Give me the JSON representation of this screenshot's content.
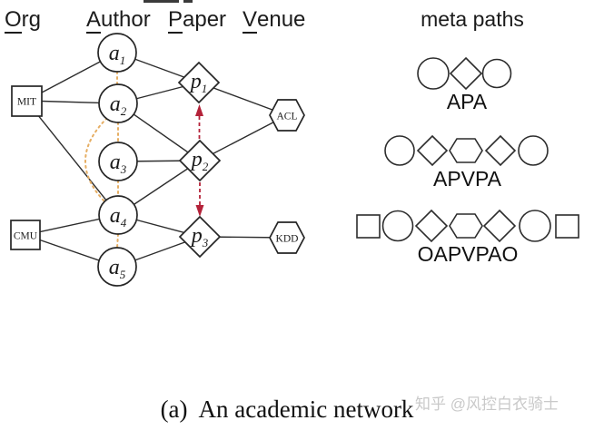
{
  "header": {
    "columns": [
      {
        "first": "O",
        "rest": "rg"
      },
      {
        "first": "A",
        "rest": "uthor"
      },
      {
        "first": "P",
        "rest": "aper"
      },
      {
        "first": "V",
        "rest": "enue"
      }
    ]
  },
  "network": {
    "orgs": [
      {
        "label": "MIT"
      },
      {
        "label": "CMU"
      }
    ],
    "authors": [
      {
        "base": "a",
        "sub": "1"
      },
      {
        "base": "a",
        "sub": "2"
      },
      {
        "base": "a",
        "sub": "3"
      },
      {
        "base": "a",
        "sub": "4"
      },
      {
        "base": "a",
        "sub": "5"
      }
    ],
    "papers": [
      {
        "base": "p",
        "sub": "1"
      },
      {
        "base": "p",
        "sub": "2"
      },
      {
        "base": "p",
        "sub": "3"
      }
    ],
    "venues": [
      {
        "label": "ACL"
      },
      {
        "label": "KDD"
      }
    ],
    "edges": {
      "org_author": [
        [
          "MIT",
          "a1"
        ],
        [
          "MIT",
          "a2"
        ],
        [
          "MIT",
          "a4"
        ],
        [
          "CMU",
          "a4"
        ],
        [
          "CMU",
          "a5"
        ]
      ],
      "author_paper": [
        [
          "a1",
          "p1"
        ],
        [
          "a2",
          "p1"
        ],
        [
          "a2",
          "p2"
        ],
        [
          "a3",
          "p2"
        ],
        [
          "a4",
          "p2"
        ],
        [
          "a4",
          "p3"
        ],
        [
          "a5",
          "p3"
        ]
      ],
      "paper_venue": [
        [
          "p1",
          "ACL"
        ],
        [
          "p2",
          "ACL"
        ],
        [
          "p3",
          "KDD"
        ]
      ],
      "coauthor_dashed": [
        [
          "a1",
          "a2"
        ],
        [
          "a2",
          "a3"
        ],
        [
          "a3",
          "a4"
        ],
        [
          "a4",
          "a5"
        ],
        [
          "a2",
          "a4"
        ]
      ],
      "citation_arrows": [
        [
          "p2",
          "p1"
        ],
        [
          "p2",
          "p3"
        ]
      ]
    }
  },
  "meta_paths": {
    "title": "meta paths",
    "rows": [
      {
        "label": "APA",
        "shapes": [
          "circle",
          "diamond",
          "circle"
        ]
      },
      {
        "label": "APVPA",
        "shapes": [
          "circle",
          "diamond",
          "hexagon",
          "diamond",
          "circle"
        ]
      },
      {
        "label": "OAPVPAO",
        "shapes": [
          "square",
          "circle",
          "diamond",
          "hexagon",
          "diamond",
          "circle",
          "square"
        ]
      }
    ]
  },
  "caption": "(a)  An academic network",
  "watermark": "知乎 @风控白衣骑士",
  "colors": {
    "edge": "#2d2d2d",
    "coauthor_dash": "#e6ae63",
    "citation_dash": "#b42239"
  }
}
